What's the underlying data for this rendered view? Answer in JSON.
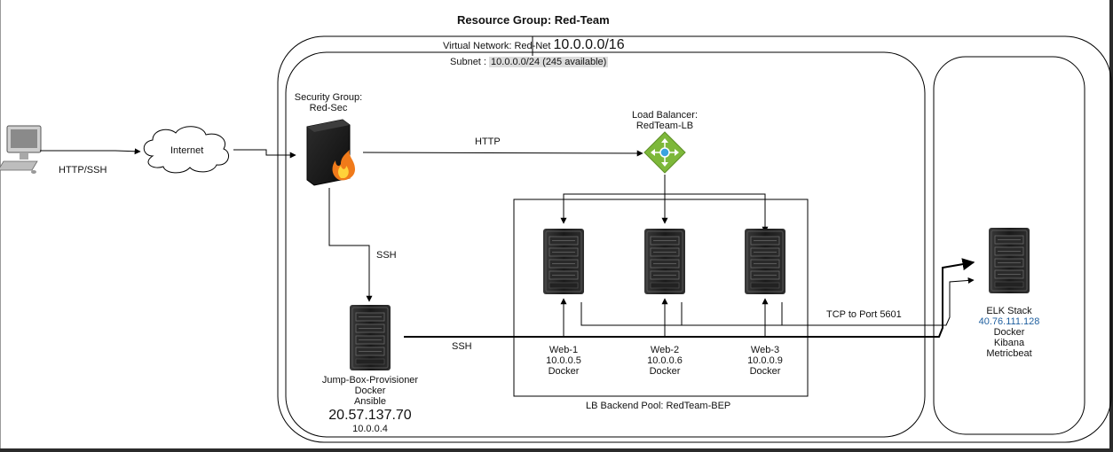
{
  "resource_group": {
    "title": "Resource Group: Red-Team"
  },
  "vnet": {
    "label": "Virtual Network: Red-Net",
    "cidr": "10.0.0.0/16"
  },
  "subnet": {
    "label": "Subnet :",
    "value": "10.0.0.0/24 (245 available)"
  },
  "security_group": {
    "line1": "Security Group:",
    "line2": "Red-Sec"
  },
  "internet": {
    "label": "Internet"
  },
  "client": {
    "protocols": "HTTP/SSH"
  },
  "load_balancer": {
    "line1": "Load Balancer:",
    "line2": "RedTeam-LB"
  },
  "connections": {
    "http": "HTTP",
    "ssh_down": "SSH",
    "ssh_jump": "SSH",
    "tcp": "TCP to Port 5601"
  },
  "jump_box": {
    "name": "Jump-Box-Provisioner",
    "line2": "Docker",
    "line3": "Ansible",
    "public_ip": "20.57.137.70",
    "private_ip": "10.0.0.4"
  },
  "web_servers": [
    {
      "name": "Web-1",
      "ip": "10.0.0.5",
      "role": "Docker"
    },
    {
      "name": "Web-2",
      "ip": "10.0.0.6",
      "role": "Docker"
    },
    {
      "name": "Web-3",
      "ip": "10.0.0.9",
      "role": "Docker"
    }
  ],
  "backend_pool": {
    "label": "LB Backend Pool: RedTeam-BEP"
  },
  "elk": {
    "name": "ELK Stack",
    "ip": "40.76.111.128",
    "line3": "Docker",
    "line4": "Kibana",
    "line5": "Metricbeat"
  },
  "colors": {
    "line": "#000000",
    "server_dark": "#1c1c1c",
    "lb_green": "#7db83a",
    "firewall_orange": "#f07a1a",
    "ip_blue": "#1f5f9f",
    "subnet_bg": "#dcdcdc"
  },
  "icons": {
    "client": "desktop-computer-icon",
    "internet": "cloud-icon",
    "security_group": "firewall-icon",
    "load_balancer": "load-balancer-icon",
    "server": "server-rack-icon"
  }
}
